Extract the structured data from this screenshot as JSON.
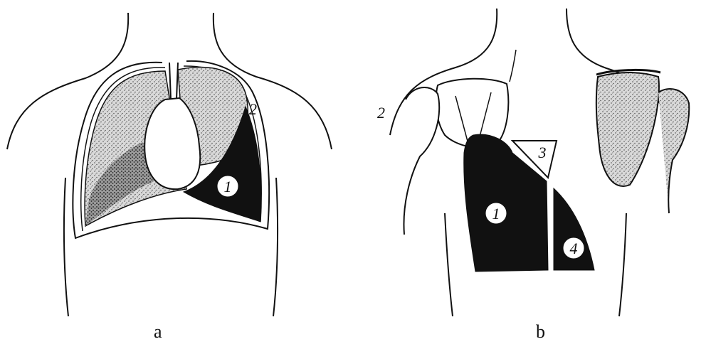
{
  "figure": {
    "panel_a": {
      "caption": "a",
      "labels": {
        "fluid": "1",
        "pleura": "2"
      }
    },
    "panel_b": {
      "caption": "b",
      "labels": {
        "zone_1": "1",
        "pleura": "2",
        "zone_3": "3",
        "zone_4": "4"
      }
    }
  },
  "colors": {
    "ink": "#111111",
    "shade": "#8a8a8a",
    "paper": "#ffffff"
  }
}
